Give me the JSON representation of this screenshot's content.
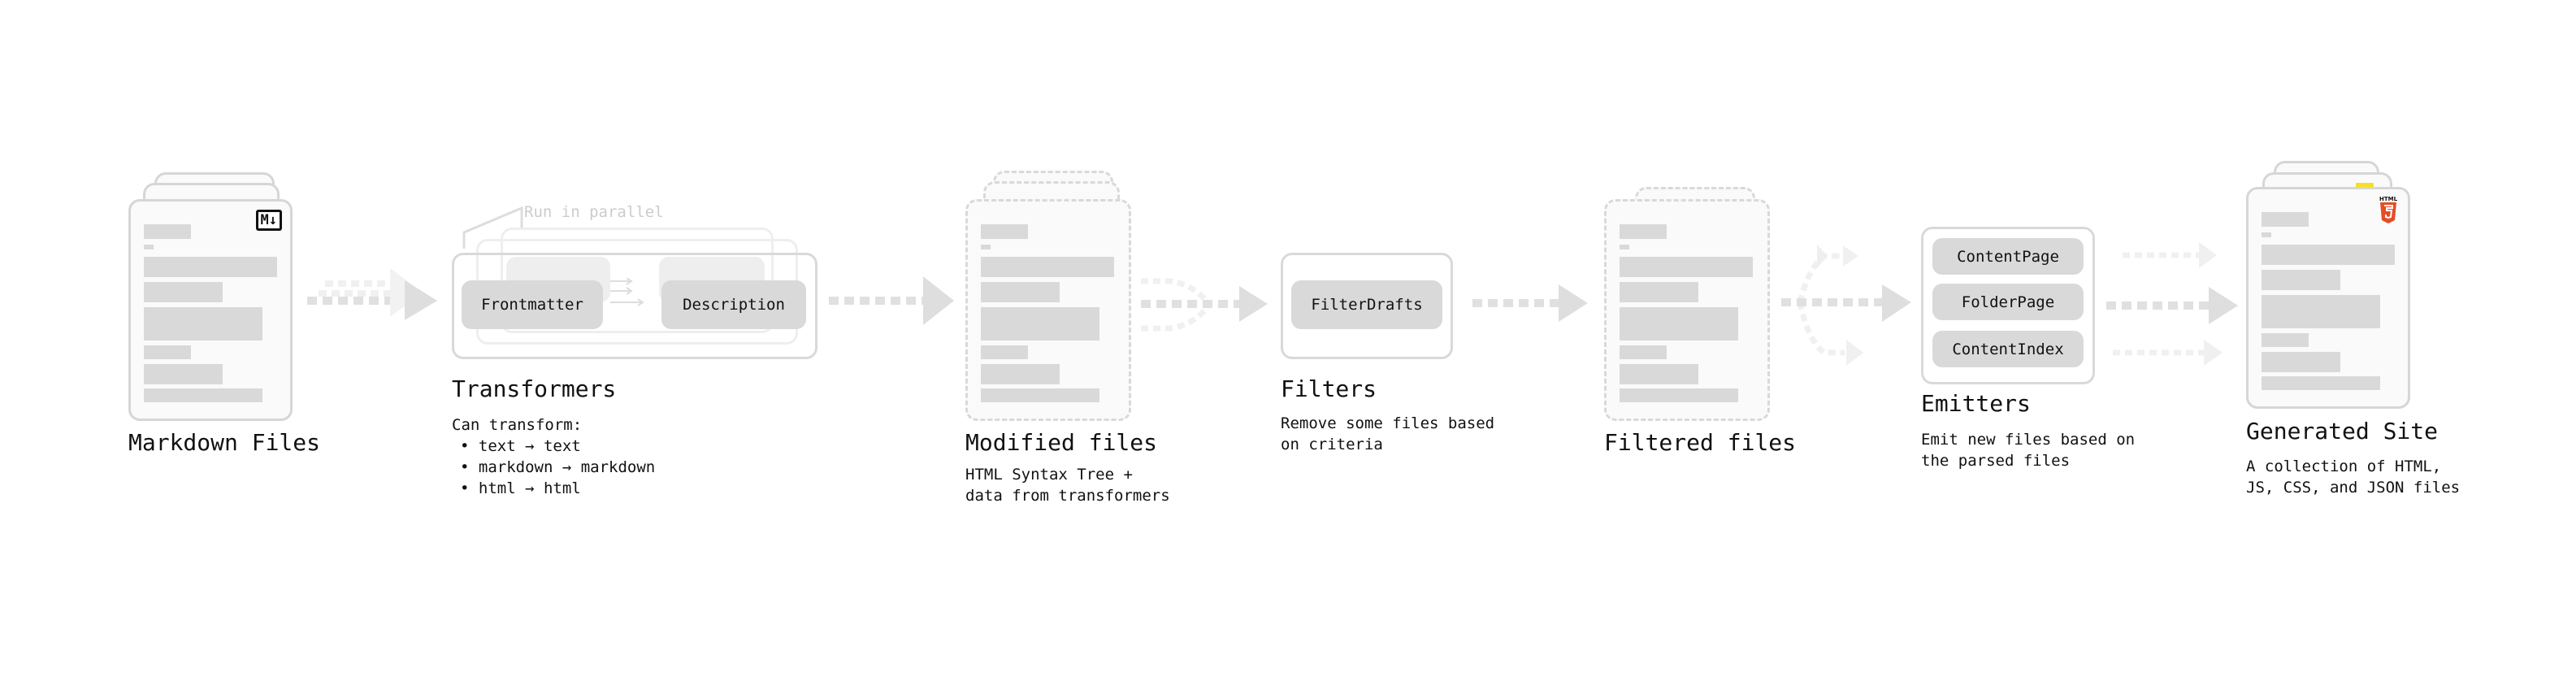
{
  "markdown": {
    "label": "Markdown Files",
    "badge": "M↓"
  },
  "transformers": {
    "label": "Transformers",
    "parallel_note": "Run in parallel",
    "plugins": [
      "Frontmatter",
      "Description"
    ],
    "intro": "Can transform:",
    "bullets": [
      "text → text",
      "markdown → markdown",
      "html → html"
    ]
  },
  "modified": {
    "label": "Modified files",
    "desc": [
      "HTML Syntax Tree +",
      "data from transformers"
    ]
  },
  "filters": {
    "label": "Filters",
    "plugins": [
      "FilterDrafts"
    ],
    "desc": [
      "Remove some files based",
      "on criteria"
    ]
  },
  "filtered": {
    "label": "Filtered files"
  },
  "emitters": {
    "label": "Emitters",
    "plugins": [
      "ContentPage",
      "FolderPage",
      "ContentIndex"
    ],
    "desc": [
      "Emit new files based on",
      "the parsed files"
    ]
  },
  "generated": {
    "label": "Generated Site",
    "badge": "HTML",
    "desc": [
      "A collection of HTML,",
      "JS, CSS, and JSON files"
    ]
  },
  "colors": {
    "html5": "#e44d26",
    "js": "#f7df1e",
    "css": "#2965f1",
    "pill": "#d9d9d9"
  }
}
